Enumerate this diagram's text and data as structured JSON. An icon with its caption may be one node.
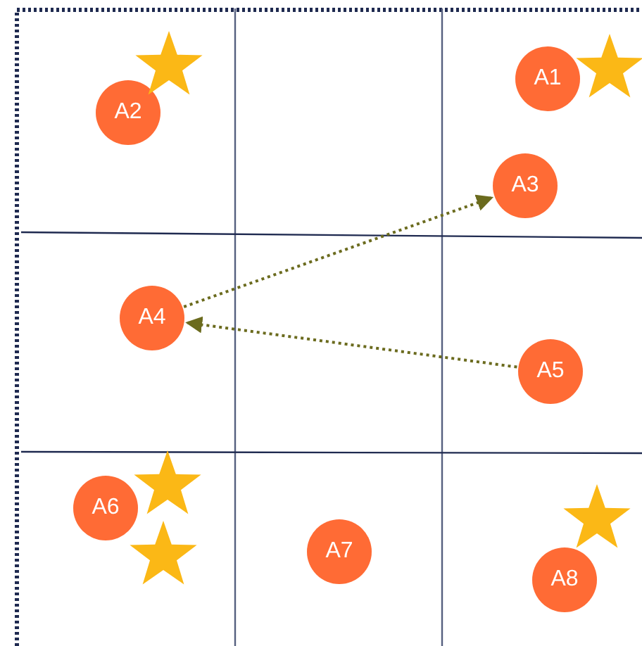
{
  "diagram": {
    "nodes": [
      {
        "text": [
          "A2"
        ]
      },
      {
        "text": [
          "A1"
        ]
      },
      {
        "text": [
          "A3"
        ]
      },
      {
        "text": [
          "A4"
        ]
      },
      {
        "text": [
          "A5"
        ]
      },
      {
        "text": [
          "A6"
        ]
      },
      {
        "text": [
          "A7"
        ]
      },
      {
        "text": [
          "A8"
        ]
      }
    ],
    "edges": [
      {
        "from": 3,
        "to": 2,
        "arrow": "to",
        "style": "dashed"
      },
      {
        "from": 4,
        "to": 3,
        "arrow": "to",
        "style": "dashed"
      }
    ]
  }
}
